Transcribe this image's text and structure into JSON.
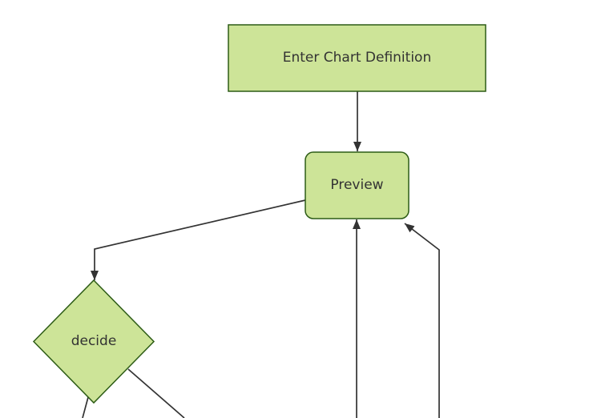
{
  "diagram": {
    "type": "flowchart",
    "direction": "top-down",
    "background_color": "#ffffff",
    "colors": {
      "node_fill": "#cde498",
      "node_border": "#2d5c16",
      "edge_line": "#333333",
      "arrowhead": "#333333",
      "label_text": "#333333"
    },
    "nodes": [
      {
        "id": "enter-chart-definition",
        "label": "Enter Chart Definition",
        "shape": "rectangle"
      },
      {
        "id": "preview",
        "label": "Preview",
        "shape": "rounded-rectangle"
      },
      {
        "id": "decide",
        "label": "decide",
        "shape": "diamond"
      }
    ],
    "edges": [
      {
        "from": "enter-chart-definition",
        "to": "preview",
        "arrowhead": true,
        "enters_at": "top-center"
      },
      {
        "from": "preview",
        "to": "decide",
        "arrowhead": true,
        "enters_at": "top-vertex"
      },
      {
        "from": "offscreen-bottom",
        "to": "preview",
        "arrowhead": true,
        "enters_at": "bottom-center"
      },
      {
        "from": "offscreen-bottom",
        "to": "preview",
        "arrowhead": true,
        "enters_at": "bottom-right-corner"
      },
      {
        "from": "decide",
        "to": "offscreen-bottom-left",
        "arrowhead": false,
        "enters_at": "cut-off-by-frame"
      },
      {
        "from": "decide",
        "to": "offscreen-bottom-right",
        "arrowhead": false,
        "enters_at": "cut-off-by-frame"
      }
    ]
  }
}
